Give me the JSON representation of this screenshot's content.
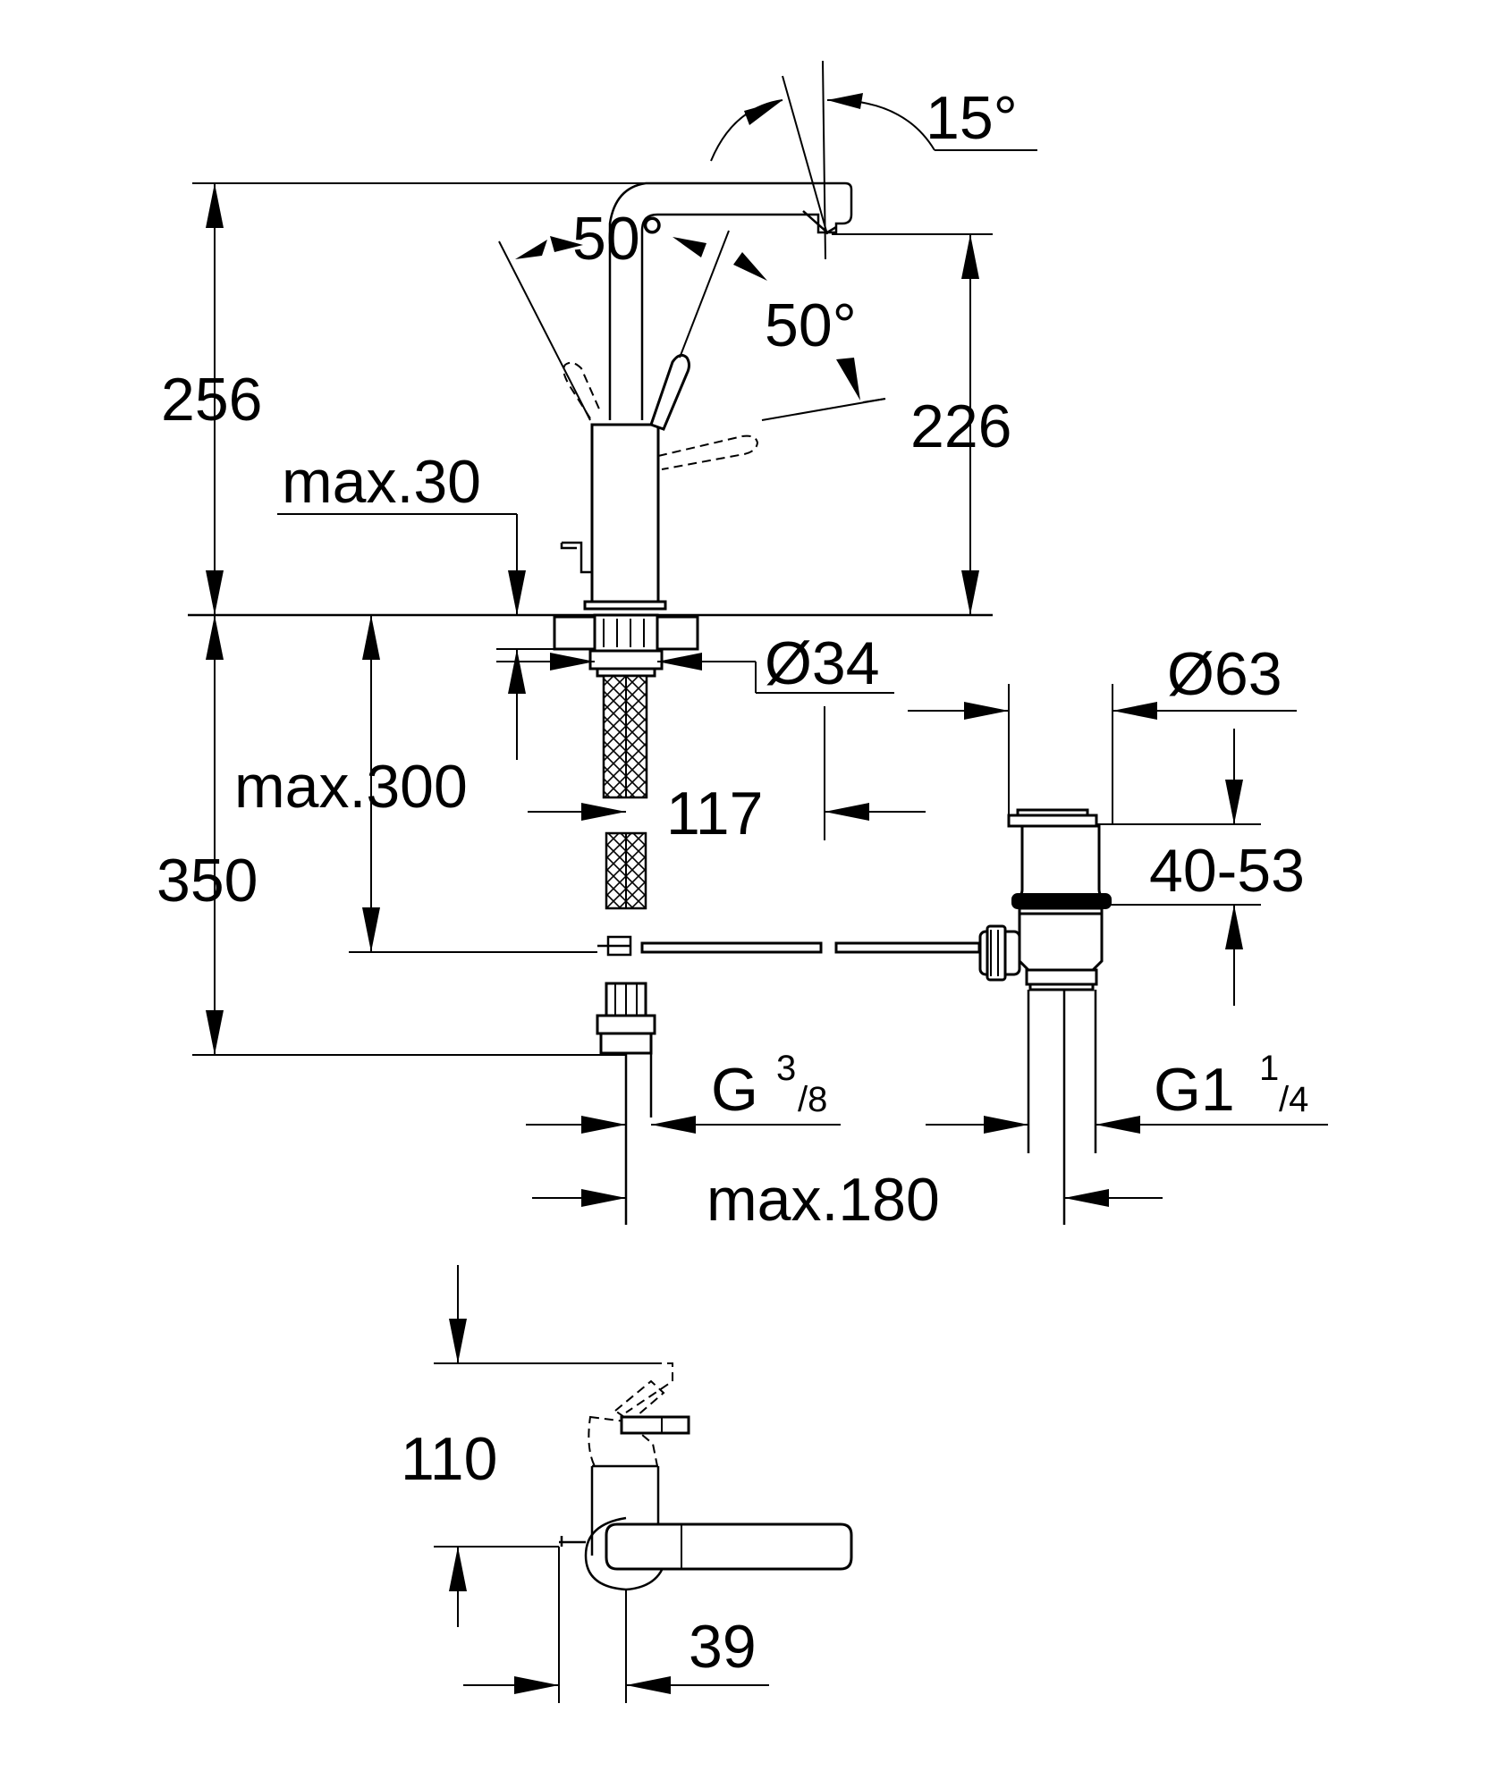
{
  "labels": {
    "angle_15": "15°",
    "angle_50_left": "50°",
    "angle_50_right": "50°",
    "height_256": "256",
    "height_226": "226",
    "max_30": "max.30",
    "dia_34": "Ø34",
    "dia_63": "Ø63",
    "max_300": "max.300",
    "dist_117": "117",
    "height_350": "350",
    "range_40_53": "40-53",
    "thread_g38_main": "G",
    "thread_g38_num": "3",
    "thread_g38_den": "/8",
    "thread_g114_main": "G1",
    "thread_g114_num": "1",
    "thread_g114_den": "/4",
    "max_180": "max.180",
    "height_110": "110",
    "dist_39": "39"
  }
}
